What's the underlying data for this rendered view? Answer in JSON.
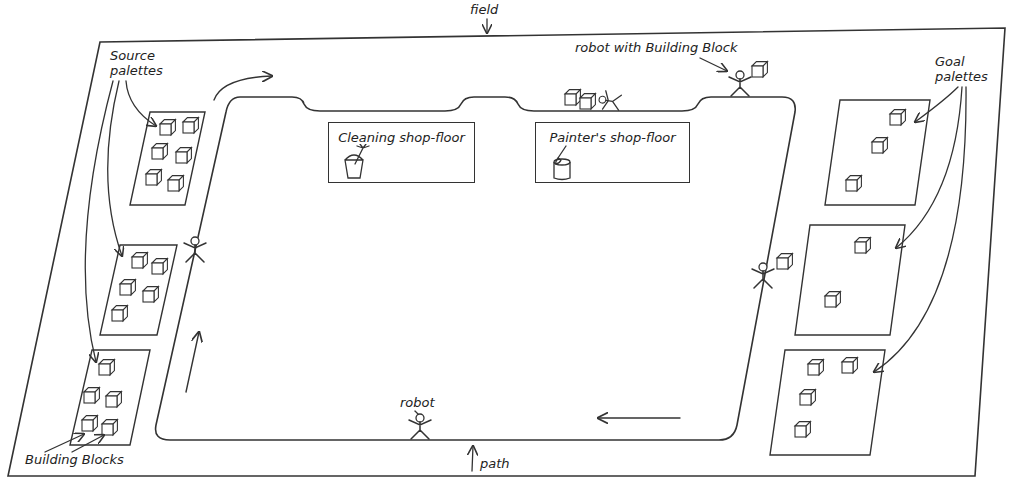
{
  "diagram": {
    "nodes": [
      {
        "text": [
          "Cleaning shop-floor"
        ]
      },
      {
        "text": [
          "Painter's shop-floor"
        ]
      }
    ],
    "labels": [
      "field",
      "Source palettes",
      "Building Blocks",
      "robot with Building Block",
      "Goal palettes",
      "robot",
      "path"
    ]
  }
}
